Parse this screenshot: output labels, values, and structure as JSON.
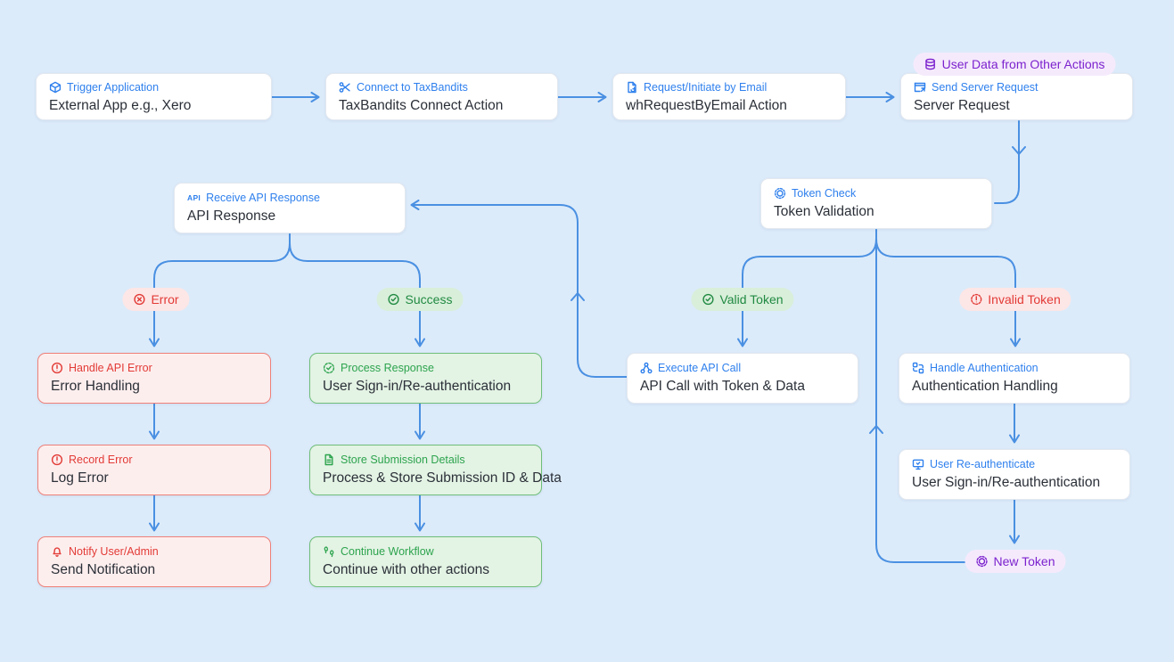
{
  "colors": {
    "background": "#dcebfa",
    "connector_blue": "#4a90e2",
    "accent_blue": "#2f80ed",
    "error_red": "#e23b36",
    "success_green": "#2da44e",
    "purple": "#7c22ce"
  },
  "nodes": {
    "external_app": {
      "label": "Trigger Application",
      "title": "External App e.g., Xero",
      "icon": "cube-icon"
    },
    "taxbandits_connect": {
      "label": "Connect to TaxBandits",
      "title": "TaxBandits Connect Action",
      "icon": "connect-icon"
    },
    "wh_request_by_email": {
      "label": "Request/Initiate by Email",
      "title": "whRequestByEmail Action",
      "icon": "file-refresh-icon"
    },
    "server_request": {
      "label": "Send Server Request",
      "title": "Server Request",
      "icon": "window-arrow-icon"
    },
    "api_response": {
      "label": "Receive API Response",
      "title": "API Response",
      "icon": "api-text-icon",
      "icon_text": "API"
    },
    "token_validation": {
      "label": "Token Check",
      "title": "Token Validation",
      "icon": "token-icon"
    },
    "error_handling": {
      "label": "Handle API Error",
      "title": "Error Handling",
      "icon": "alert-circle-icon"
    },
    "log_error": {
      "label": "Record Error",
      "title": "Log Error",
      "icon": "alert-circle-icon"
    },
    "send_notification": {
      "label": "Notify User/Admin",
      "title": "Send Notification",
      "icon": "bell-icon"
    },
    "process_response": {
      "label": "Process Response",
      "title": "User Sign-in/Re-authentication",
      "icon": "check-dashed-icon"
    },
    "store_submission": {
      "label": "Store Submission Details",
      "title": "Process & Store Submission ID & Data",
      "icon": "file-icon"
    },
    "continue_workflow": {
      "label": "Continue Workflow",
      "title": "Continue with other actions",
      "icon": "footprints-icon"
    },
    "api_call": {
      "label": "Execute API Call",
      "title": "API Call with Token & Data",
      "icon": "network-icon"
    },
    "auth_handling": {
      "label": "Handle Authentication",
      "title": "Authentication Handling",
      "icon": "repeat-squares-icon"
    },
    "user_reauth": {
      "label": "User Re-authenticate",
      "title": "User Sign-in/Re-authentication",
      "icon": "monitor-check-icon"
    }
  },
  "badges": {
    "user_data": {
      "text": "User Data from Other Actions",
      "icon": "database-icon"
    },
    "error": {
      "text": "Error",
      "icon": "x-circle-icon"
    },
    "success": {
      "text": "Success",
      "icon": "check-circle-icon"
    },
    "valid_token": {
      "text": "Valid Token",
      "icon": "check-circle-icon"
    },
    "invalid_token": {
      "text": "Invalid Token",
      "icon": "alert-dashed-icon"
    },
    "new_token": {
      "text": "New Token",
      "icon": "token-icon"
    }
  }
}
